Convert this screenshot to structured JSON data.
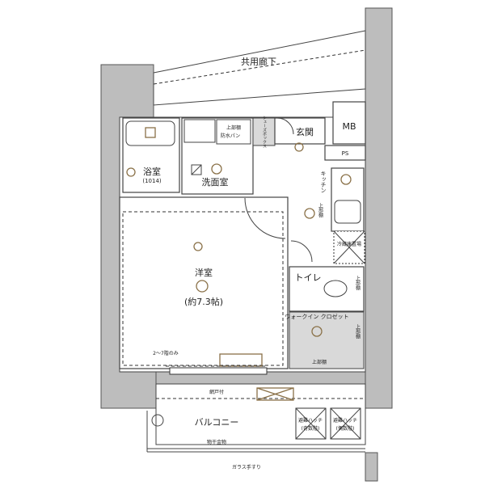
{
  "plan": {
    "corridor": "共用廊下",
    "mb": "MB",
    "ps": "PS",
    "entrance": "玄関",
    "shoe_box": "シューズボックス",
    "bath": "浴室",
    "bath_size": "(1014)",
    "washroom": "洗面室",
    "upper_shelf": "上部棚",
    "waterproof_pan": "防水パン",
    "kitchen": "キッチン",
    "fridge": "冷蔵庫置場",
    "western_room": "洋室",
    "western_room_size": "(約7.3帖)",
    "toilet": "トイレ",
    "walk_in_closet": "ウォークイン クロゼット",
    "floors_note": "2～7階のみ",
    "screen_door": "網戸付",
    "balcony": "バルコニー",
    "hatch_odd": "避難ハッチ",
    "hatch_odd_note": "(奇数階)",
    "hatch_even": "避難ハッチ",
    "hatch_even_note": "(偶数階)",
    "drying_hardware": "物干金物",
    "glass_railing": "ガラス手すり",
    "accent_color": "#8a7148"
  }
}
